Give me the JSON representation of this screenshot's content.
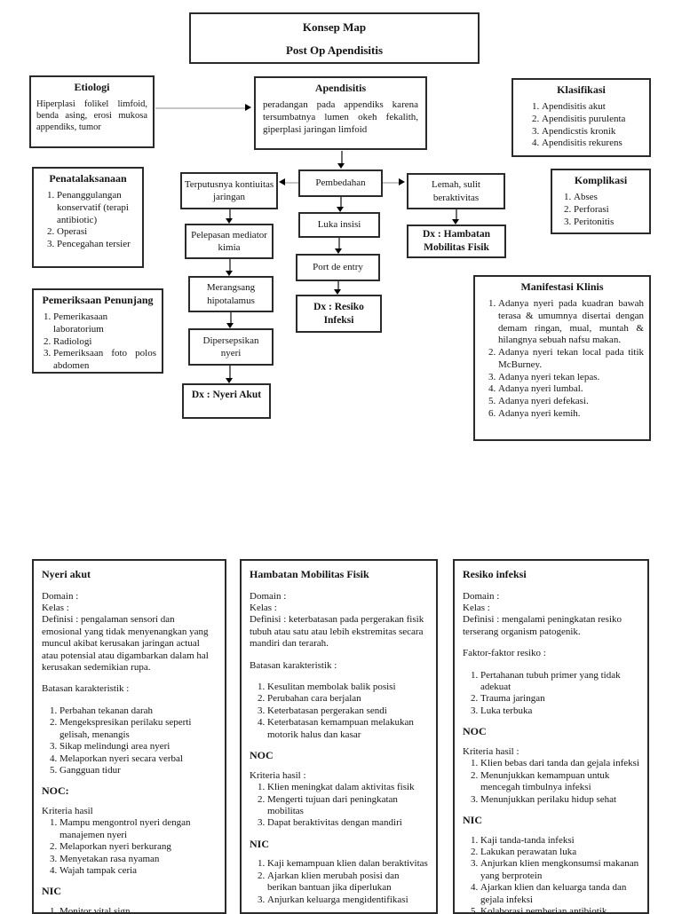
{
  "page_title": {
    "line1": "Konsep Map",
    "line2": "Post Op Apendisitis"
  },
  "boxes": {
    "etiologi": {
      "title": "Etiologi",
      "body": "Hiperplasi folikel limfoid, benda asing, erosi mukosa appendiks, tumor"
    },
    "apendisitis": {
      "title": "Apendisitis",
      "body": "peradangan pada appendiks karena tersumbatnya lumen okeh fekalith, giperplasi jaringan limfoid"
    },
    "klasifikasi": {
      "title": "Klasifikasi",
      "items": [
        "Apendisitis akut",
        "Apendisitis purulenta",
        "Apendicstis kronik",
        "Apendisitis rekurens"
      ]
    },
    "penatalaksanaan": {
      "title": "Penatalaksanaan",
      "items": [
        "Penanggulangan konservatif (terapi antibiotic)",
        "Operasi",
        "Pencegahan tersier"
      ]
    },
    "terputusnya": {
      "label": "Terputusnya kontiuitas jaringan"
    },
    "pembedahan": {
      "label": "Pembedahan"
    },
    "lemah": {
      "label": "Lemah, sulit beraktivitas"
    },
    "komplikasi": {
      "title": "Komplikasi",
      "items": [
        "Abses",
        "Perforasi",
        "Peritonitis"
      ]
    },
    "pelepasan": {
      "label": "Pelepasan mediator kimia"
    },
    "luka_insisi": {
      "label": "Luka insisi"
    },
    "dx_hambatan": {
      "label": "Dx : Hambatan Mobilitas Fisik"
    },
    "merangsang": {
      "label": "Merangsang hipotalamus"
    },
    "port_de_entry": {
      "label": "Port de entry"
    },
    "manifestasi": {
      "title": "Manifestasi Klinis",
      "items": [
        "Adanya nyeri pada kuadran bawah terasa & umumnya disertai dengan demam ringan, mual, muntah & hilangnya sebuah nafsu makan.",
        "Adanya nyeri tekan local pada titik McBurney.",
        "Adanya nyeri tekan lepas.",
        "Adanya nyeri lumbal.",
        "Adanya nyeri defekasi.",
        "Adanya nyeri kemih."
      ]
    },
    "pemeriksaan": {
      "title": "Pemeriksaan Penunjang",
      "items": [
        "Pemerikasaan laboratorium",
        "Radiologi",
        "Pemeriksaan foto polos abdomen"
      ]
    },
    "dipersepsikan": {
      "label": "Dipersepsikan nyeri"
    },
    "dx_resiko": {
      "label": "Dx : Resiko Infeksi"
    },
    "dx_nyeri_akut": {
      "label": "Dx : Nyeri Akut"
    }
  },
  "ncp_columns": [
    {
      "title": "Nyeri akut",
      "blocks": [
        {
          "type": "p",
          "text": "Domain :"
        },
        {
          "type": "p",
          "text": "Kelas :"
        },
        {
          "type": "p",
          "text": "Definisi : pengalaman sensori dan emosional yang tidak menyenangkan yang muncul akibat kerusakan jaringan actual atau potensial atau digambarkan dalam hal kerusakan sedemikian rupa."
        },
        {
          "type": "gap"
        },
        {
          "type": "p",
          "text": "Batasan karakteristik :"
        },
        {
          "type": "gap"
        },
        {
          "type": "ol",
          "items": [
            "Perbahan tekanan darah",
            "Mengekspresikan perilaku seperti gelisah, menangis",
            "Sikap melindungi area nyeri",
            "Melaporkan nyeri secara verbal",
            "Gangguan tidur"
          ]
        },
        {
          "type": "h",
          "text": "NOC:"
        },
        {
          "type": "p",
          "text": "Kriteria hasil"
        },
        {
          "type": "ol",
          "items": [
            "Mampu mengontrol nyeri dengan manajemen nyeri",
            "Melaporkan nyeri berkurang",
            "Menyetakan rasa nyaman",
            "Wajah tampak ceria"
          ]
        },
        {
          "type": "h",
          "text": "NIC"
        },
        {
          "type": "ol",
          "items": [
            "Monitor vital sign"
          ]
        }
      ]
    },
    {
      "title": "Hambatan Mobilitas Fisik",
      "blocks": [
        {
          "type": "p",
          "text": "Domain :"
        },
        {
          "type": "p",
          "text": "Kelas :"
        },
        {
          "type": "p",
          "text": "Definisi : keterbatasan pada pergerakan fisik tubuh atau satu atau lebih ekstremitas secara mandiri dan terarah."
        },
        {
          "type": "gap"
        },
        {
          "type": "p",
          "text": "Batasan karakteristik :"
        },
        {
          "type": "gap"
        },
        {
          "type": "ol",
          "items": [
            "Kesulitan membolak balik posisi",
            "Perubahan cara berjalan",
            "Keterbatasan pergerakan sendi",
            "Keterbatasan kemampuan melakukan motorik halus dan kasar"
          ]
        },
        {
          "type": "h",
          "text": "NOC"
        },
        {
          "type": "p",
          "text": "Kriteria hasil :"
        },
        {
          "type": "ol",
          "items": [
            "Klien meningkat dalam aktivitas fisik",
            "Mengerti tujuan dari peningkatan mobilitas",
            "Dapat beraktivitas dengan mandiri"
          ]
        },
        {
          "type": "h",
          "text": "NIC"
        },
        {
          "type": "ol",
          "items": [
            "Kaji kemampuan klien dalan beraktivitas",
            "Ajarkan klien merubah posisi dan berikan bantuan jika diperlukan",
            "Anjurkan keluarga mengidentifikasi"
          ]
        }
      ]
    },
    {
      "title": "Resiko infeksi",
      "blocks": [
        {
          "type": "p",
          "text": "Domain :"
        },
        {
          "type": "p",
          "text": "Kelas :"
        },
        {
          "type": "p",
          "text": "Definisi : mengalami peningkatan resiko terserang organism patogenik."
        },
        {
          "type": "gap"
        },
        {
          "type": "p",
          "text": "Faktor-faktor resiko :"
        },
        {
          "type": "gap"
        },
        {
          "type": "ol",
          "items": [
            "Pertahanan tubuh primer yang tidak adekuat",
            "Trauma jaringan",
            "Luka terbuka"
          ]
        },
        {
          "type": "h",
          "text": "NOC"
        },
        {
          "type": "p",
          "text": "Kriteria hasil :"
        },
        {
          "type": "ol",
          "items": [
            "Klien bebas dari tanda dan gejala infeksi",
            "Menunjukkan kemampuan untuk mencegah timbulnya infeksi",
            "Menunjukkan perilaku hidup sehat"
          ]
        },
        {
          "type": "h",
          "text": "NIC"
        },
        {
          "type": "ol",
          "items": [
            "Kaji tanda-tanda infeksi",
            "Lakukan perawatan luka",
            "Anjurkan klien mengkonsumsi makanan yang berprotein",
            "Ajarkan klien dan keluarga tanda dan gejala infeksi",
            "Kolaborasi pemberian antibiotik"
          ]
        }
      ]
    }
  ]
}
